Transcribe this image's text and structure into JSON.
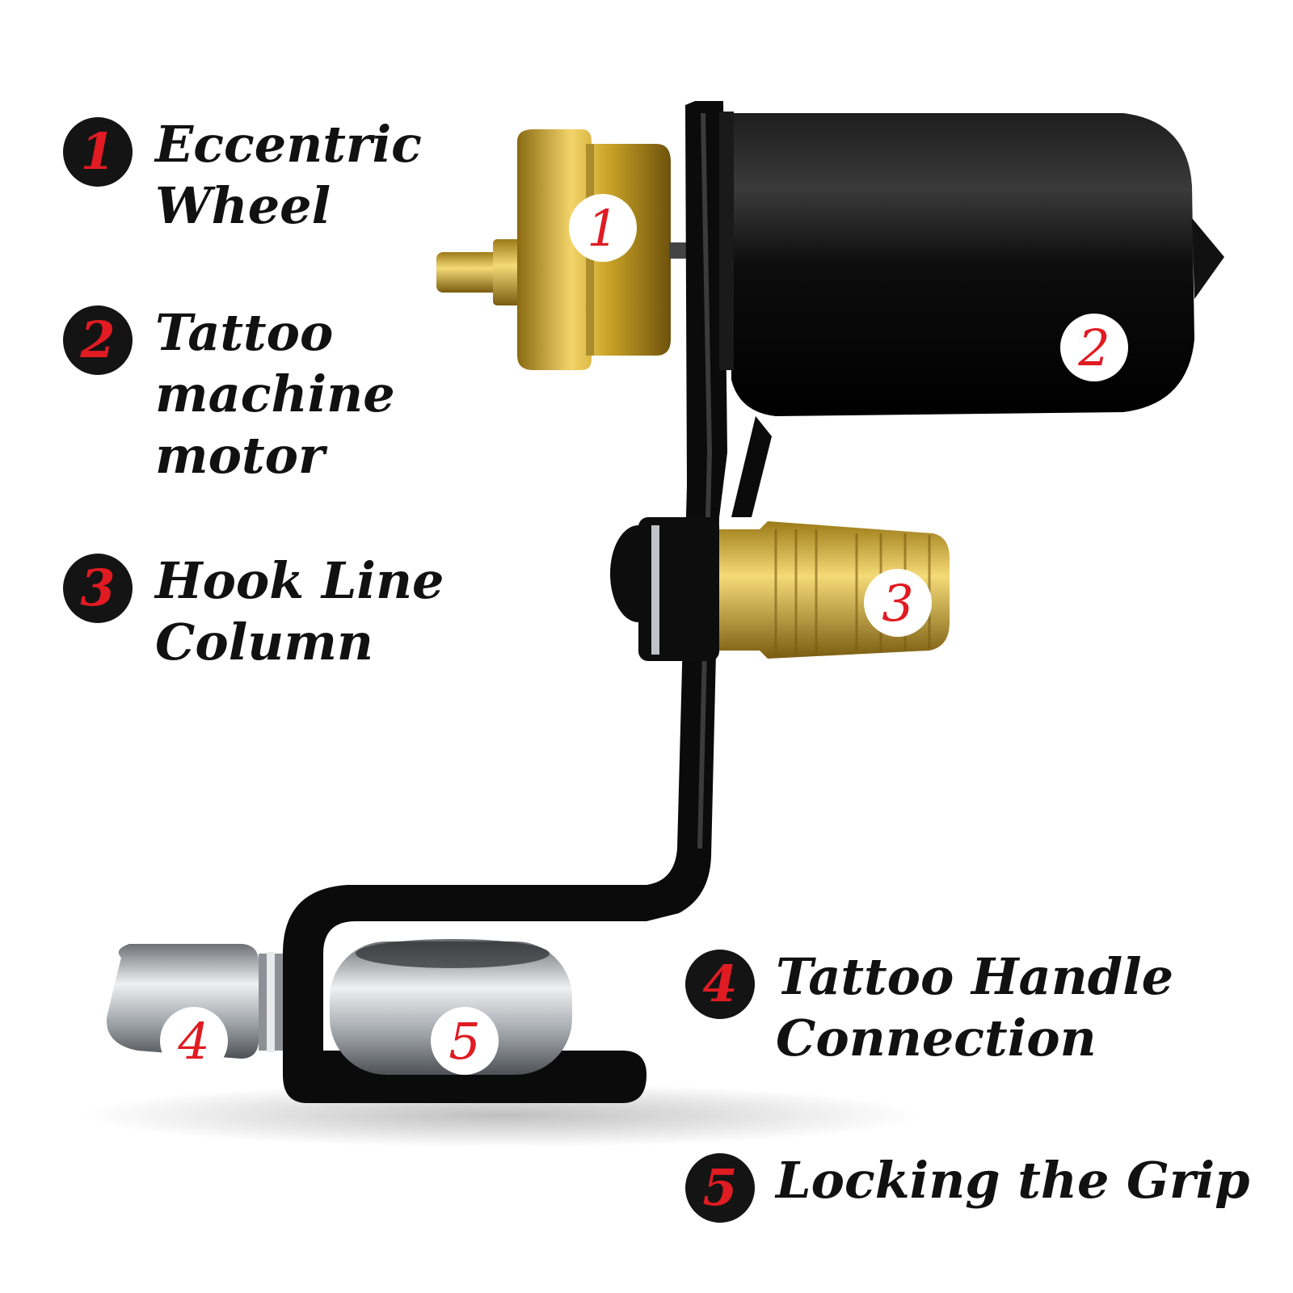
{
  "legend": [
    {
      "number": "1",
      "label": "Eccentric\nWheel"
    },
    {
      "number": "2",
      "label": "Tattoo\nmachine\nmotor"
    },
    {
      "number": "3",
      "label": "Hook Line\nColumn"
    },
    {
      "number": "4",
      "label": "Tattoo Handle\nConnection"
    },
    {
      "number": "5",
      "label": "Locking the Grip"
    }
  ],
  "markers": [
    "1",
    "2",
    "3",
    "4",
    "5"
  ],
  "colors": {
    "number_red": "#e01b22",
    "badge_black": "#141414",
    "brass": "#c9a227",
    "frame_black": "#0b0b0b",
    "steel": "#b5b9bd"
  }
}
